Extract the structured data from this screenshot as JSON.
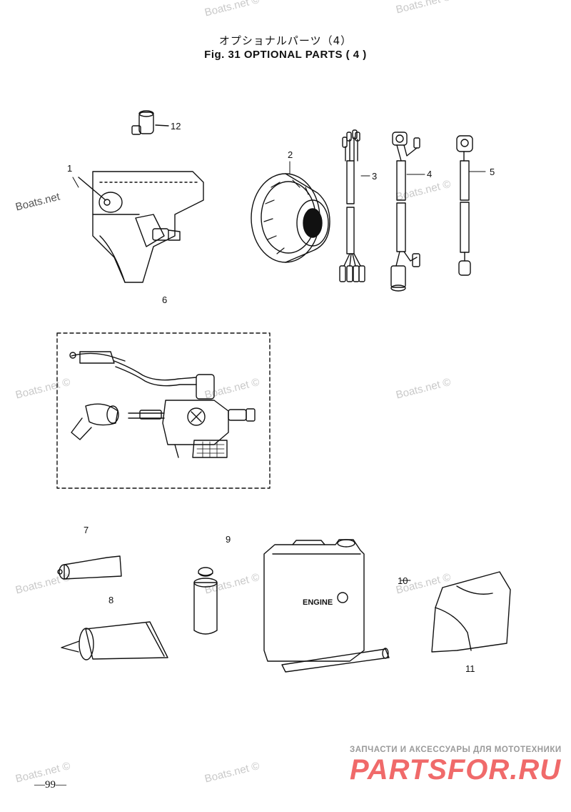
{
  "title": {
    "japanese": "オプショナルパーツ（4）",
    "english": "Fig. 31   OPTIONAL PARTS ( 4 )"
  },
  "callouts": [
    "1",
    "2",
    "3",
    "4",
    "5",
    "6",
    "7",
    "8",
    "9",
    "10",
    "11",
    "12"
  ],
  "engine_label": "ENGINE",
  "watermark": {
    "text": "Boats.net",
    "text_copyright": "Boats.net ©"
  },
  "page_number": "—99—",
  "footer": {
    "tagline": "ЗАПЧАСТИ И АКСЕССУАРЫ ДЛЯ МОТОТЕХНИКИ",
    "logo": "PARTSFOR.RU"
  }
}
